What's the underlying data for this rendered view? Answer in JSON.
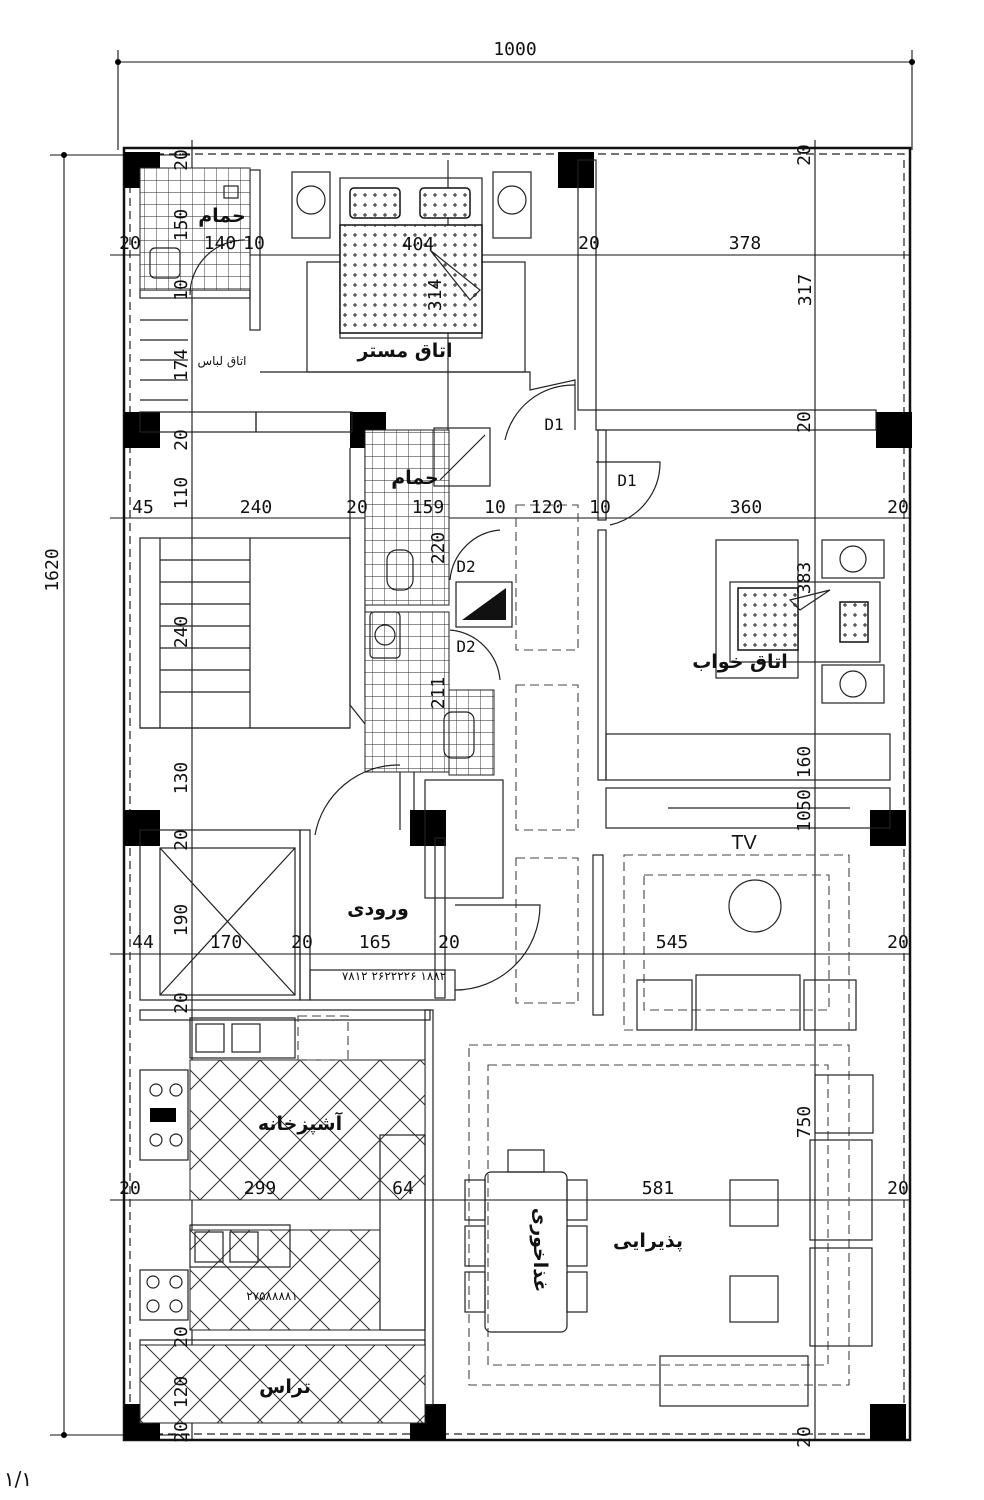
{
  "overall": {
    "width": "1000",
    "height": "1620"
  },
  "rooms": {
    "bath_top": "حمام",
    "closet": "اتاق لباس",
    "master": "اتاق مستر",
    "bath_mid": "حمام",
    "bedroom": "اتاق خواب",
    "entrance": "ورودی",
    "kitchen": "آشپزخانه",
    "dining": "غذاخوری",
    "living": "پذیرایی",
    "terrace": "تراس"
  },
  "labels": {
    "tv": "TV",
    "d1a": "D1",
    "d1b": "D1",
    "d2a": "D2",
    "d2b": "D2",
    "stair_note": "۷۸۱۲ ۲۶۲۲۲۲۶ ۱۸۸۲",
    "kitchen_note": "۲۷۵۸۸۸۸۱",
    "page_mark": "۱/۱"
  },
  "dims": {
    "d404": "404",
    "d314": "314",
    "d378": "378",
    "d317": "317",
    "d140": "140",
    "d10a": "10",
    "d150": "150",
    "d20a": "20",
    "d174": "174",
    "d20b": "20",
    "d110": "110",
    "d45": "45",
    "d240": "240",
    "d20c": "20",
    "d159": "159",
    "d10b": "10",
    "d120": "120",
    "d10c": "10",
    "d360": "360",
    "d20d": "20",
    "d220": "220",
    "d240v": "240",
    "d211": "211",
    "d383": "383",
    "d130": "130",
    "d160": "160",
    "d50": "50",
    "d10d": "10",
    "d20e": "20",
    "d190": "190",
    "d44": "44",
    "d170": "170",
    "d20f": "20",
    "d165": "165",
    "d20g": "20",
    "d545": "545",
    "d20h": "20",
    "d20i": "20",
    "d750": "750",
    "d20j": "20",
    "d299": "299",
    "d64": "64",
    "d581": "581",
    "d20k": "20",
    "d20l": "20",
    "d120v": "120",
    "d20m": "20",
    "d20n": "20",
    "d20o": "20",
    "d20p": "20",
    "d20q": "20",
    "d20r": "20",
    "d10e": "10"
  }
}
